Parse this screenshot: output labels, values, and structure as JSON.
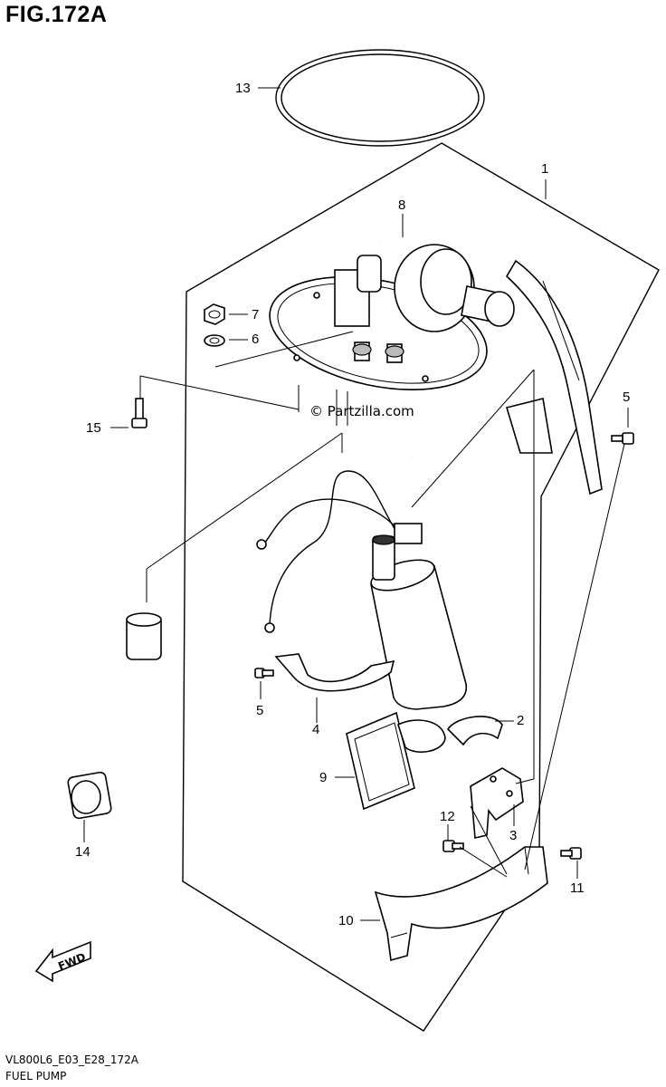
{
  "figure": {
    "title": "FIG.172A",
    "code": "VL800L6_E03_E28_172A",
    "name": "FUEL PUMP",
    "watermark": "© Partzilla.com",
    "fwd_label": "FWD"
  },
  "callouts": [
    {
      "id": "13",
      "label": "13"
    },
    {
      "id": "1",
      "label": "1"
    },
    {
      "id": "8",
      "label": "8"
    },
    {
      "id": "7",
      "label": "7"
    },
    {
      "id": "6",
      "label": "6"
    },
    {
      "id": "15",
      "label": "15"
    },
    {
      "id": "5a",
      "label": "5"
    },
    {
      "id": "5b",
      "label": "5"
    },
    {
      "id": "4",
      "label": "4"
    },
    {
      "id": "2",
      "label": "2"
    },
    {
      "id": "9",
      "label": "9"
    },
    {
      "id": "3",
      "label": "3"
    },
    {
      "id": "12",
      "label": "12"
    },
    {
      "id": "11",
      "label": "11"
    },
    {
      "id": "14",
      "label": "14"
    },
    {
      "id": "10",
      "label": "10"
    }
  ]
}
